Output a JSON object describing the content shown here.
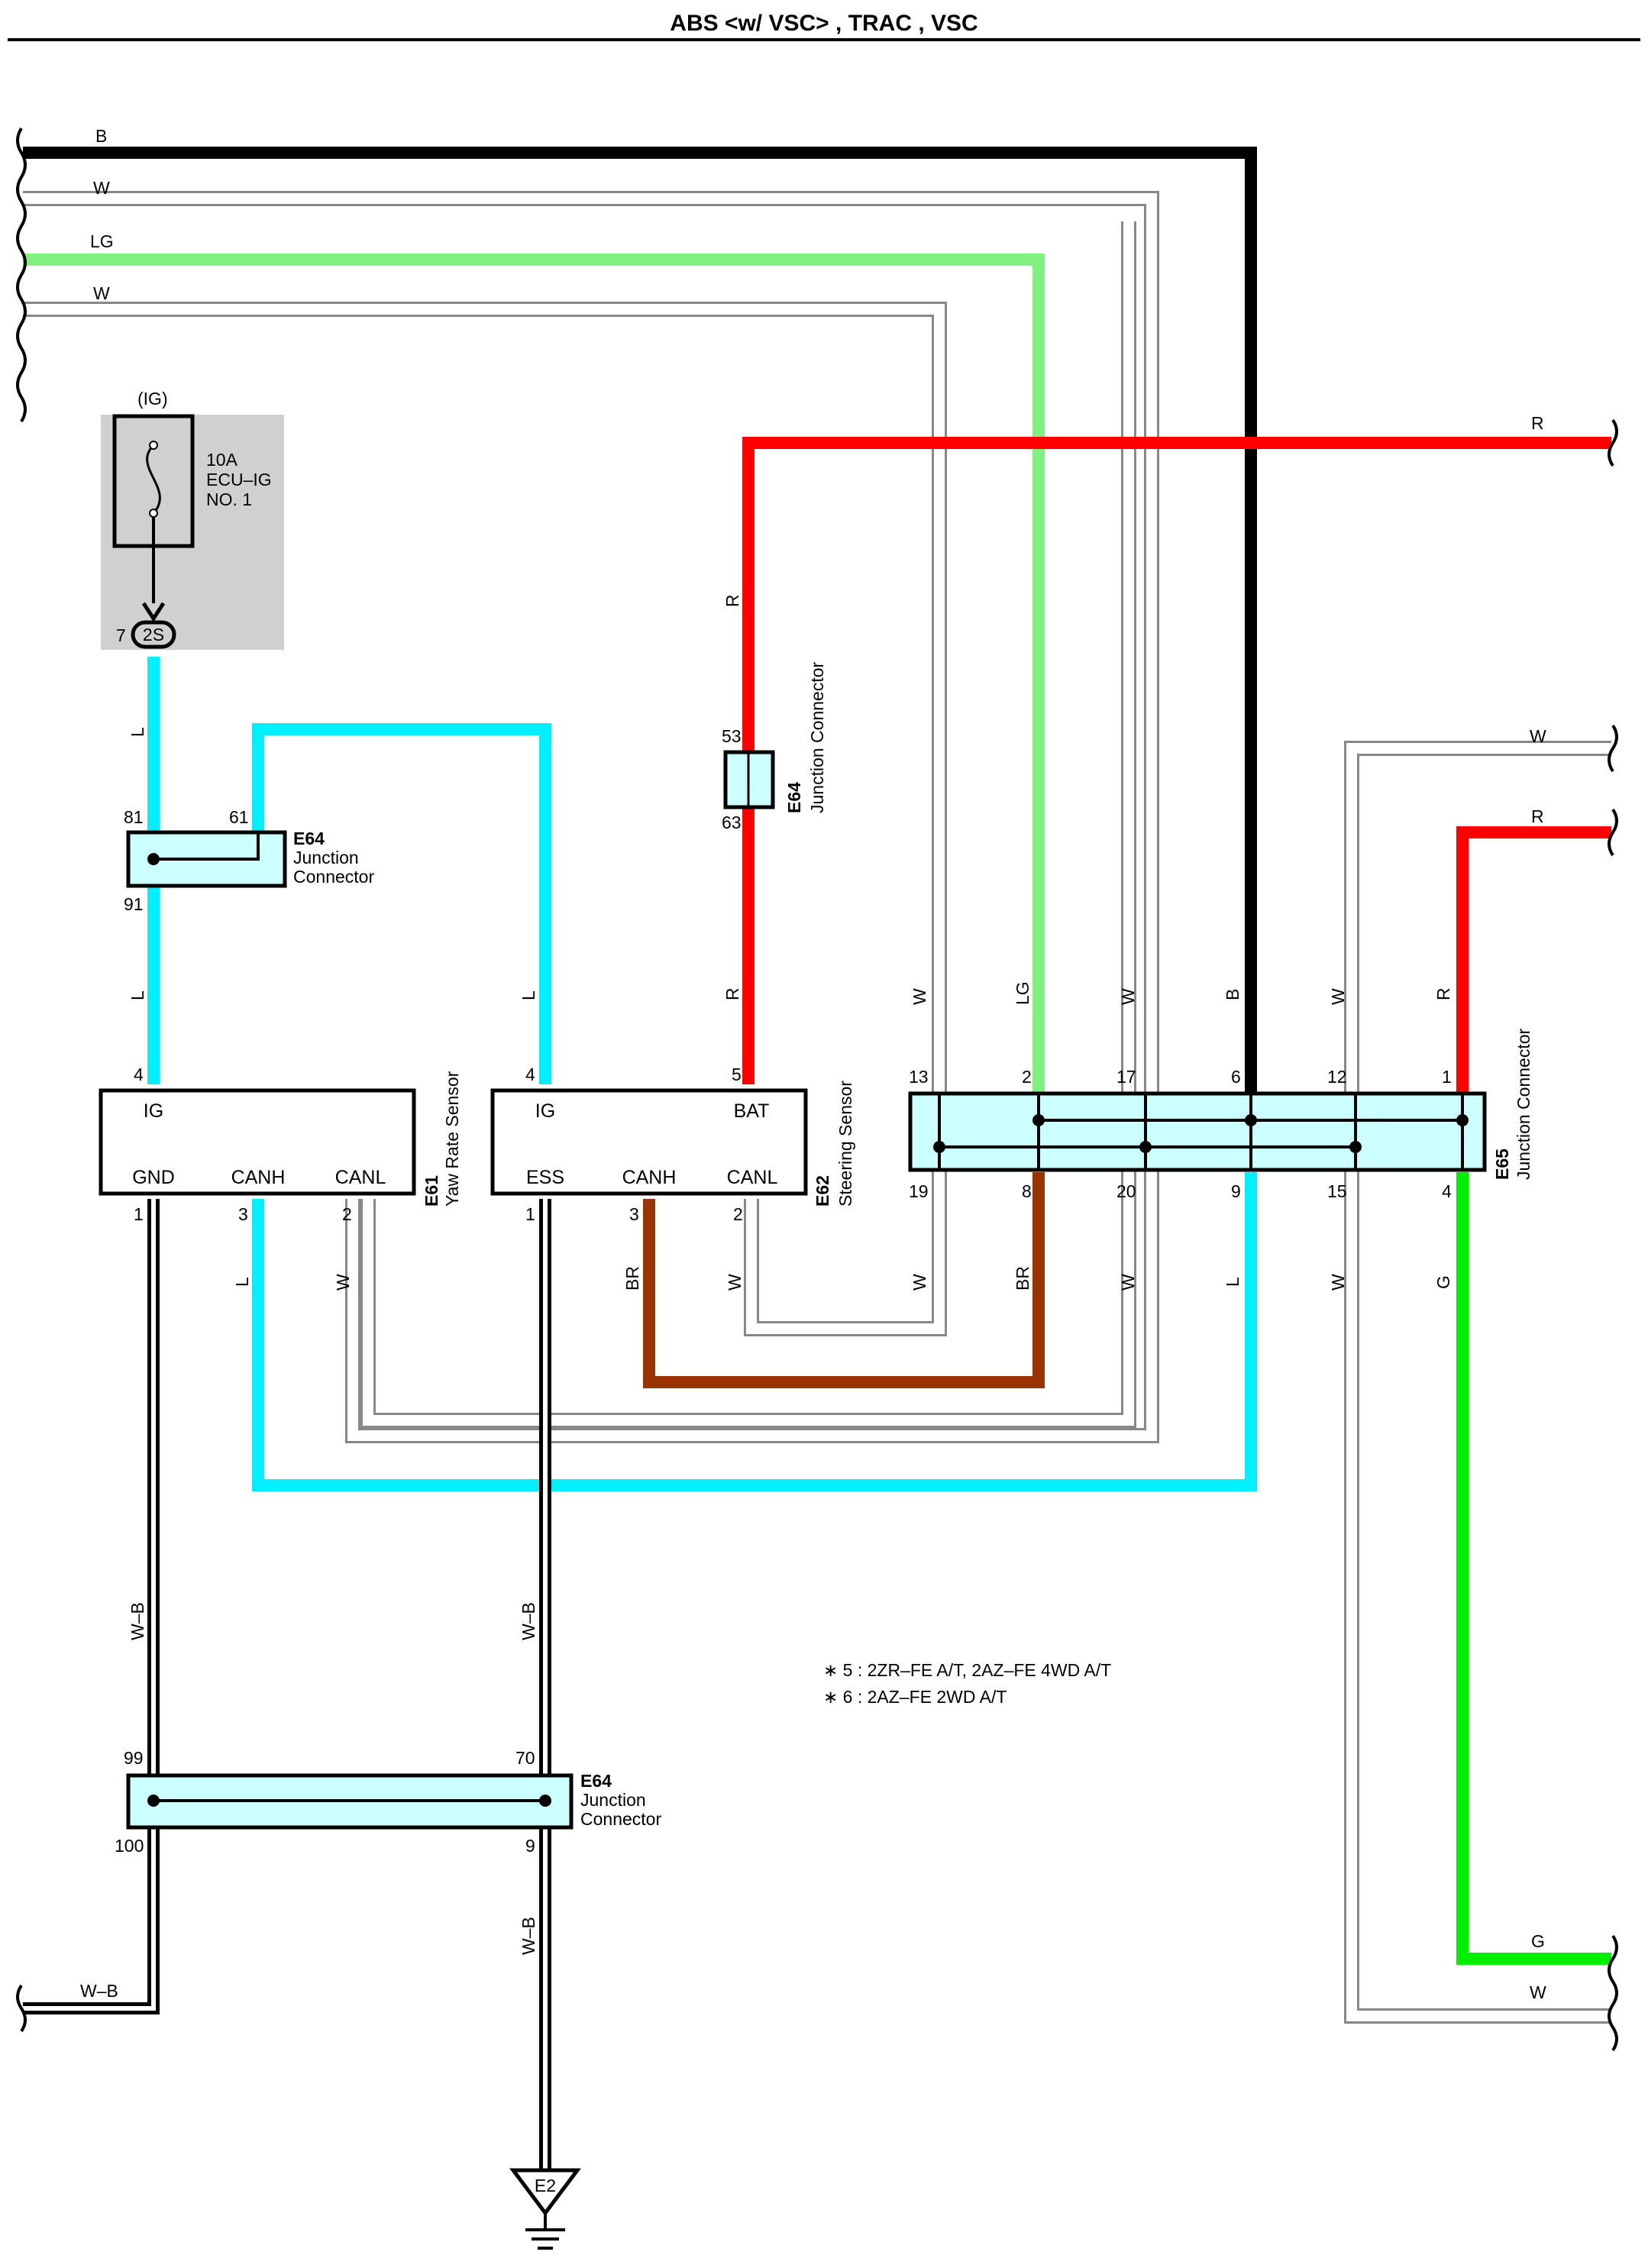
{
  "title": "ABS <w/ VSC> , TRAC , VSC",
  "colors": {
    "B": "#000000",
    "W": "#ffffff",
    "LG": "#80f080",
    "R": "#ff0000",
    "L": "#00f0ff",
    "BR": "#993300",
    "G": "#00ee00",
    "WB": "#000000",
    "fuse_bg": "#d0d0d0",
    "connector_fill": "#ccffff"
  },
  "wire_labels": {
    "B": "B",
    "W": "W",
    "LG": "LG",
    "R": "R",
    "L": "L",
    "BR": "BR",
    "G": "G",
    "WB": "W–B"
  },
  "fuse": {
    "supply": "(IG)",
    "rating": "10A",
    "name_line1": "ECU–IG",
    "name_line2": "NO. 1",
    "connector": "2S",
    "pin": "7"
  },
  "connectors": {
    "e64_top": {
      "code": "E64",
      "line1": "Junction",
      "line2": "Connector",
      "pins": [
        "81",
        "61",
        "91"
      ]
    },
    "e64_mid": {
      "code": "E64",
      "name": "Junction Connector",
      "pins": [
        "53",
        "63"
      ]
    },
    "e64_bottom": {
      "code": "E64",
      "line1": "Junction",
      "line2": "Connector",
      "pins": [
        "99",
        "70",
        "100",
        "9"
      ]
    },
    "e61": {
      "code": "E61",
      "name": "Yaw Rate Sensor",
      "terminals": [
        "IG",
        "GND",
        "CANH",
        "CANL"
      ],
      "pins": [
        "4",
        "1",
        "3",
        "2"
      ]
    },
    "e62": {
      "code": "E62",
      "name": "Steering Sensor",
      "terminals": [
        "IG",
        "BAT",
        "ESS",
        "CANH",
        "CANL"
      ],
      "pins": [
        "4",
        "5",
        "1",
        "3",
        "2"
      ]
    },
    "e65": {
      "code": "E65",
      "name": "Junction Connector",
      "top_pins": [
        "13",
        "2",
        "17",
        "6",
        "12",
        "1"
      ],
      "bottom_pins": [
        "19",
        "8",
        "20",
        "9",
        "15",
        "4"
      ]
    }
  },
  "ground": {
    "label": "E2"
  },
  "notes": [
    "∗ 5 : 2ZR–FE A/T,  2AZ–FE 4WD A/T",
    "∗ 6 : 2AZ–FE 2WD A/T"
  ]
}
